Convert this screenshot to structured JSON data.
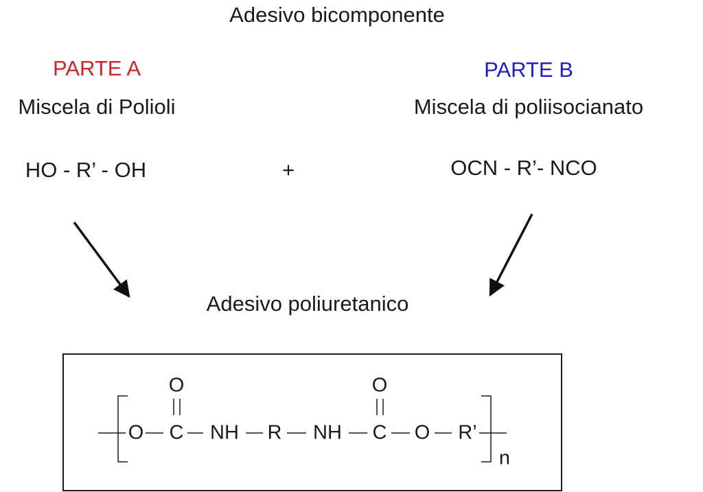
{
  "title": "Adesivo bicomponente",
  "part_a": {
    "label": "PARTE A",
    "description": "Miscela di Polioli",
    "formula": "HO - R’ - OH"
  },
  "plus": "+",
  "part_b": {
    "label": "PARTE B",
    "description": "Miscela di poliisocianato",
    "formula": "OCN - R’- NCO"
  },
  "result": {
    "label": "Adesivo poliuretanico",
    "structure": {
      "chain": [
        "O",
        "C",
        "NH",
        "R",
        "NH",
        "C",
        "O",
        "R’"
      ],
      "carbonyl_oxygen": "O",
      "subscript": "n"
    }
  },
  "colors": {
    "part_a": "#d42127",
    "part_b": "#1c1ccc",
    "text": "#1a1a1a"
  }
}
